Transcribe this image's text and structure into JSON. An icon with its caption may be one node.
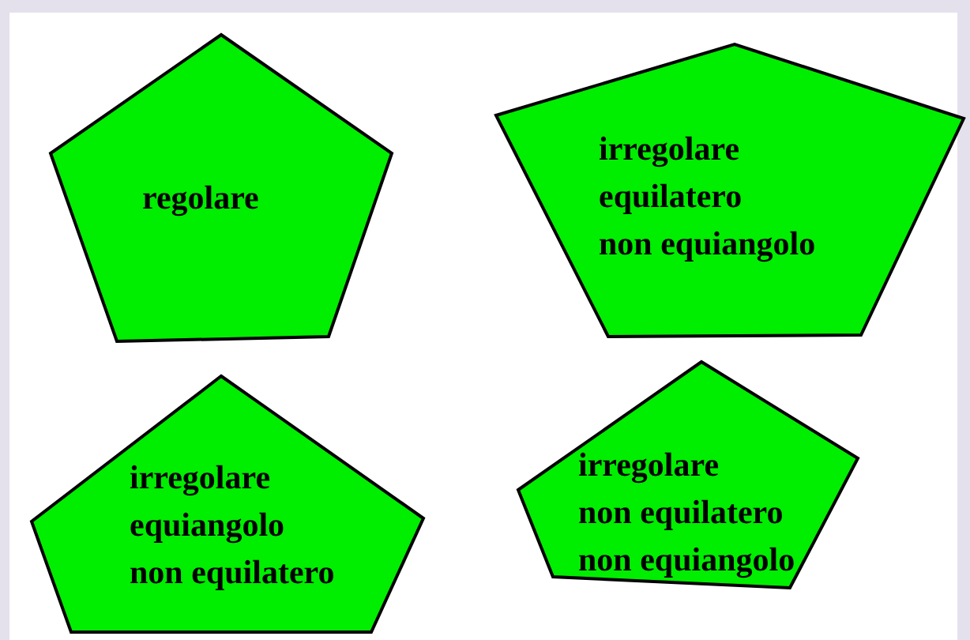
{
  "diagram": {
    "nodes": [
      {
        "text": [
          "regolare"
        ]
      },
      {
        "text": [
          "irregolare",
          "equilatero",
          "non equiangolo"
        ]
      },
      {
        "text": [
          "irregolare",
          "equiangolo",
          "non equilatero"
        ]
      },
      {
        "text": [
          "irregolare",
          "non equilatero",
          "non equiangolo"
        ]
      }
    ]
  }
}
